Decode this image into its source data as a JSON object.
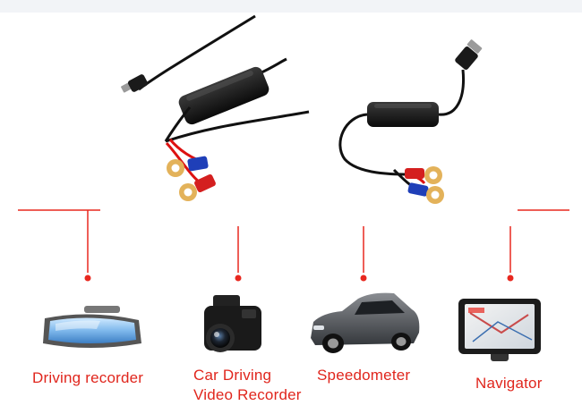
{
  "colors": {
    "accent": "#e8281f",
    "cable": "#111111",
    "label_text": "#e0261d"
  },
  "products": [
    {
      "icon": "driving-recorder-icon",
      "label": "Driving recorder"
    },
    {
      "icon": "car-camera-icon",
      "label": "Car Driving\nVideo Recorder"
    },
    {
      "icon": "car-icon",
      "label": "Speedometer"
    },
    {
      "icon": "gps-navigator-icon",
      "label": "Navigator"
    }
  ]
}
